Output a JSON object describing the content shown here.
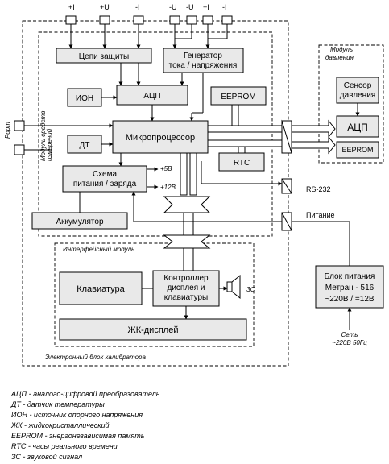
{
  "top_terminals": [
    "+I",
    "+U",
    "-I",
    "-U",
    "-U",
    "+I",
    "-I"
  ],
  "blocks": {
    "protection": "Цепи защиты",
    "generator": [
      "Генератор",
      "тока / напряжения"
    ],
    "ion": "ИОН",
    "adc_main": "АЦП",
    "eeprom_main": "EEPROM",
    "mcu": "Микропроцессор",
    "dt": "ДТ",
    "rtc": "RTC",
    "power_circuit": [
      "Схема",
      "питания / заряда"
    ],
    "battery": "Аккумулятор",
    "keyboard": "Клавиатура",
    "controller": [
      "Контроллер",
      "дисплея и",
      "клавиатуры"
    ],
    "lcd": "ЖК-дисплей",
    "zs": "ЗС",
    "psu": [
      "Блок питания",
      "Метран - 516",
      "~220В / =12В"
    ],
    "sensor": [
      "Сенсор",
      "давления"
    ],
    "adc_module": "АЦП",
    "eeprom_module": "EEPROM"
  },
  "labels": {
    "measure_module": [
      "Модуль средств",
      "измерений"
    ],
    "pressure_module": [
      "Модуль",
      "давления"
    ],
    "interface_module": "Интерфейсный модуль",
    "electronic_unit": "Электронный блок калибратора",
    "port": "Рорт",
    "v5": "+5В",
    "v12": "+12В",
    "rs232": "RS-232",
    "power_label": "Питание",
    "mains": [
      "Сеть",
      "~220В 50Гц"
    ]
  },
  "legend": [
    "АЦП - аналого-цифровой преобразователь",
    "ДТ - датчик температуры",
    "ИОН - источник опорного напряжения",
    "ЖК - жидкокристаллический",
    "EEPROM - энергонезависимая память",
    "RTC - часы реального времени",
    "ЗС - звуковой сигнал"
  ]
}
